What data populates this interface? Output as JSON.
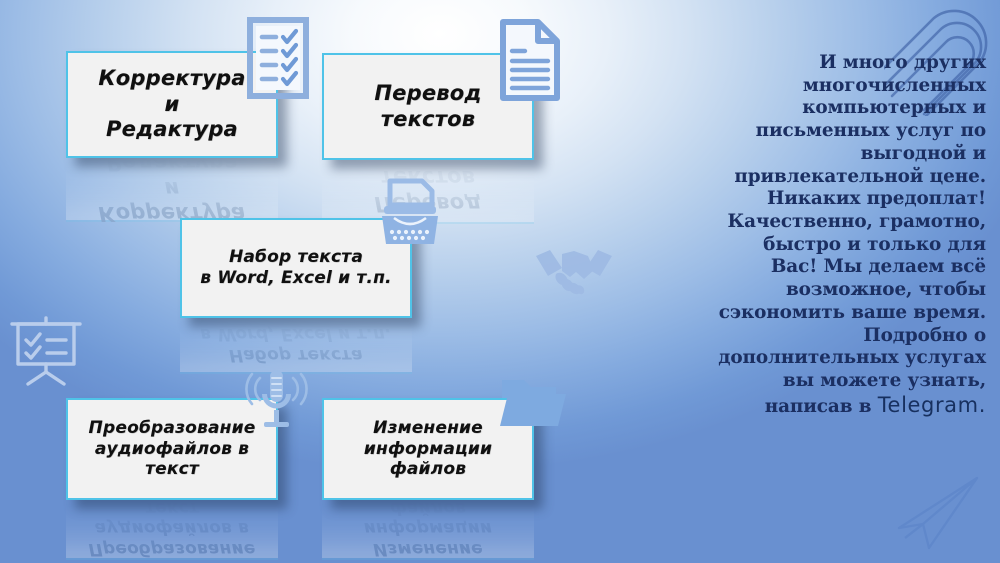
{
  "slide": {
    "background_start": "#ffffff",
    "background_end": "#6990d0",
    "card_border_color": "#4fc3e8",
    "card_fill_color": "#f2f2f2",
    "text_color": "#1b2f62"
  },
  "cards": [
    {
      "id": "proofreading",
      "label": "Корректура\nи\nРедактура",
      "icon": "checklist-icon",
      "font_size": 21
    },
    {
      "id": "translation",
      "label": "Перевод\nтекстов",
      "icon": "document-icon",
      "font_size": 21
    },
    {
      "id": "typing",
      "label": "Набор текста\nв Word, Excel и т.п.",
      "icon": "typewriter-icon",
      "font_size": 17
    },
    {
      "id": "audio-to-text",
      "label": "Преобразование\nаудиофайлов в\nтекст",
      "icon": "microphone-icon",
      "font_size": 17
    },
    {
      "id": "file-info-change",
      "label": "Изменение\nинформации\nфайлов",
      "icon": "folder-icon",
      "font_size": 17
    }
  ],
  "promo": {
    "paragraph": "И много других многочисленных компьютерных и письменных услуг по выгодной и привлекательной цене. Никаких предоплат! Качественно, грамотно, быстро и только для Вас! Мы делаем всё возможное, чтобы сэкономить ваше время. Подробно о дополнительных услугах вы можете узнать, написав в ",
    "telegram": "Telegram."
  },
  "decorations": [
    {
      "name": "checklist-icon"
    },
    {
      "name": "document-icon"
    },
    {
      "name": "typewriter-icon"
    },
    {
      "name": "microphone-icon"
    },
    {
      "name": "folder-icon"
    },
    {
      "name": "handshake-icon"
    },
    {
      "name": "presentation-board-icon"
    },
    {
      "name": "paperclip-icon"
    },
    {
      "name": "paper-plane-icon"
    }
  ]
}
